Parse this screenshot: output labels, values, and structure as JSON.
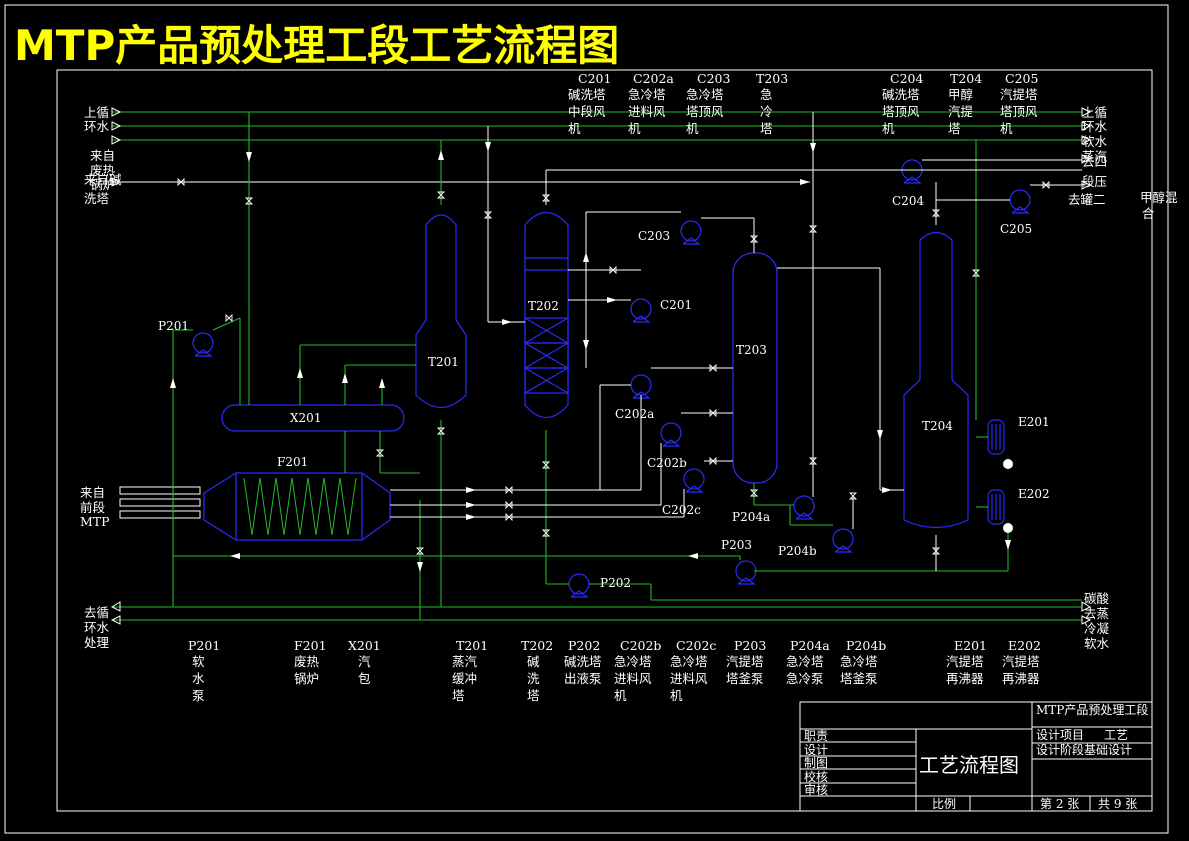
{
  "title": "MTP产品预处理工段工艺流程图",
  "colors": {
    "title": "#ffff00",
    "equipment": "#2a2aff",
    "pipe_green": "#22bb22",
    "pipe_white": "#ffffff"
  },
  "top_equipment": [
    {
      "tag": "C201",
      "lines": [
        "碱洗塔",
        "中段风",
        "机"
      ]
    },
    {
      "tag": "C202a",
      "lines": [
        "急冷塔",
        "进料风",
        "机"
      ]
    },
    {
      "tag": "C203",
      "lines": [
        "急冷塔",
        "塔顶风",
        "机"
      ]
    },
    {
      "tag": "T203",
      "lines": [
        "急",
        "冷",
        "塔"
      ]
    },
    {
      "tag": "C204",
      "lines": [
        "碱洗塔",
        "塔顶风",
        "机"
      ]
    },
    {
      "tag": "T204",
      "lines": [
        "甲醇",
        "汽提",
        "塔"
      ]
    },
    {
      "tag": "C205",
      "lines": [
        "汽提塔",
        "塔顶风",
        "机"
      ]
    }
  ],
  "bottom_equipment": [
    {
      "tag": "P201",
      "lines": [
        "软",
        "水",
        "泵"
      ]
    },
    {
      "tag": "F201",
      "lines": [
        "废热",
        "锅炉"
      ]
    },
    {
      "tag": "X201",
      "lines": [
        "汽",
        "包"
      ]
    },
    {
      "tag": "T201",
      "lines": [
        "蒸汽",
        "缓冲",
        "塔"
      ]
    },
    {
      "tag": "T202",
      "lines": [
        "碱",
        "洗",
        "塔"
      ]
    },
    {
      "tag": "P202",
      "lines": [
        "碱洗塔",
        "出液泵"
      ]
    },
    {
      "tag": "C202b",
      "lines": [
        "急冷塔",
        "进料风",
        "机"
      ]
    },
    {
      "tag": "C202c",
      "lines": [
        "急冷塔",
        "进料风",
        "机"
      ]
    },
    {
      "tag": "P203",
      "lines": [
        "汽提塔",
        "塔釜泵"
      ]
    },
    {
      "tag": "P204a",
      "lines": [
        "急冷塔",
        "急冷泵"
      ]
    },
    {
      "tag": "P204b",
      "lines": [
        "急冷塔",
        "塔釜泵"
      ]
    },
    {
      "tag": "E201",
      "lines": [
        "汽提塔",
        "再沸器"
      ]
    },
    {
      "tag": "E202",
      "lines": [
        "汽提塔",
        "再沸器"
      ]
    }
  ],
  "left_labels": {
    "top": [
      "上循",
      "环水",
      "来自",
      "废热",
      "锅炉",
      "来自碱",
      "洗塔"
    ],
    "mid": [
      "来自",
      "前段",
      "MTP"
    ],
    "bottom": [
      "去循",
      "环水",
      "处理"
    ]
  },
  "right_labels": {
    "top": [
      "上循",
      "环水",
      "软水",
      "蒸汽"
    ],
    "mid": [
      "去四",
      "段压",
      "去罐二"
    ],
    "far": [
      "甲醇混",
      "合"
    ],
    "bottom": [
      "碳酸",
      "去蒸",
      "冷凝",
      "软水"
    ]
  },
  "equipment_labels": {
    "t201": "T201",
    "t202": "T202",
    "t203": "T203",
    "t204": "T204",
    "x201": "X201",
    "f201": "F201",
    "p201": "P201",
    "p202": "P202",
    "p203": "P203",
    "p204a": "P204a",
    "p204b": "P204b",
    "c201": "C201",
    "c202a": "C202a",
    "c202b": "C202b",
    "c202c": "C202c",
    "c203": "C203",
    "c204": "C204",
    "c205": "C205",
    "e201": "E201",
    "e202": "E202"
  },
  "title_block": {
    "project_name": "MTP产品预处理工段",
    "design_item_label": "设计项目",
    "design_item_value": "工艺",
    "design_stage": "设计阶段基础设计",
    "drawing_title": "工艺流程图",
    "roles": [
      "职责",
      "设计",
      "制图",
      "校核",
      "审核"
    ],
    "scale_label": "比例",
    "sheet": "第 2 张",
    "total": "共 9 张"
  }
}
